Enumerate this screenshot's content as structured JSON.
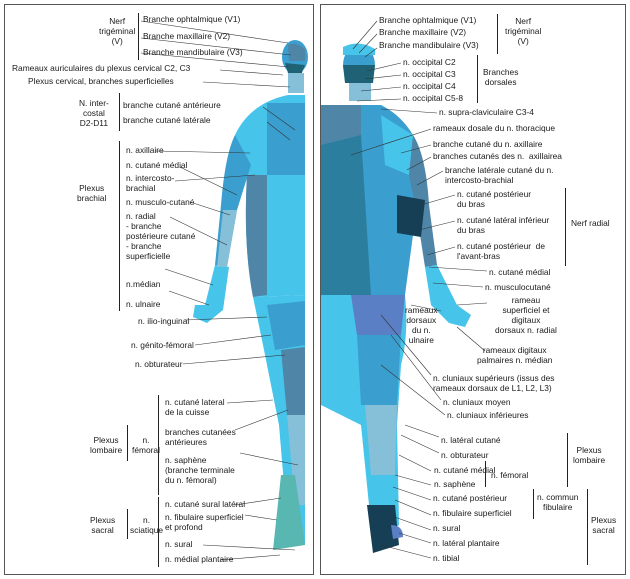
{
  "front": {
    "trigeminal_group": "Nerf\ntrigéminal\n(V)",
    "v1": "Branche ophtalmique (V1)",
    "v2": "Branche maxillaire (V2)",
    "v3": "Branche mandibulaire (V3)",
    "auricular": "Rameaux auriculaires du plexus cervical C2, C3",
    "cervical": "Plexus cervical, branches superficielles",
    "intercostal_group": "N. inter-\ncostal\nD2-D11",
    "ic_anterior": "branche cutané antérieure",
    "ic_lateral": "branche cutané latérale",
    "brachial_group": "Plexus\nbrachial",
    "brachial_items": [
      "n. axillaire",
      "n. cutané médial",
      "n. intercosto-\nbrachial",
      "n. musculo-cutané",
      "n. radial\n- branche\npostérieure cutané\n- branche\nsuperficielle",
      "n.médian",
      "n. ulnaire"
    ],
    "ilio_inguinal": "n. ilio-inguinal",
    "genito_femoral": "n. génito-fémoral",
    "obturator": "n. obturateur",
    "lumbar_group": "Plexus\nlombaire",
    "femoral": "n.\nfémoral",
    "femoral_items": [
      "n. cutané lateral\nde la cuisse",
      "branches cutanées\nantérieures",
      "n. saphène\n(branche terminale\ndu n. fémoral)"
    ],
    "sacral_group": "Plexus\nsacral",
    "sciatic": "n.\nsciatique",
    "sciatic_items": [
      "n. cutané sural latéral",
      "n. fibulaire superficiel\net profond",
      "n. sural",
      "n. médial plantaire"
    ]
  },
  "back": {
    "v1": "Branche ophtalmique (V1)",
    "v2": "Branche maxillaire (V2)",
    "v3": "Branche mandibulaire (V3)",
    "trigeminal_group": "Nerf\ntrigéminal\n(V)",
    "occipitals": [
      "n. occipital C2",
      "n. occipital C3",
      "n. occipital C4",
      "n. occipital C5-8"
    ],
    "dorsal_group": "Branches\ndorsales",
    "supraclavicular": "n. supra-claviculaire C3-4",
    "items_mid": [
      "rameaux dosale du n. thoracique",
      "branche cutané du n. axillaire",
      "branches cutanés des n.  axillairea",
      "branche latérale cutané du n.\nintercosto-brachial"
    ],
    "radial_items": [
      "n. cutané postérieur\ndu bras",
      "n. cutané latéral inférieur\ndu bras",
      "n. cutané postérieur  de\nl'avant-bras"
    ],
    "radial_group": "Nerf radial",
    "medial_cut": "n. cutané médial",
    "musculocut": "n. musculocutané",
    "rameau_radial": "rameau\nsuperficiel et\ndigitaux\ndorsaux n. radial",
    "rameaux_ulnar": "rameaux\ndorsaux\ndu n.\nulnaire",
    "digital_median": "rameaux digitaux\npalmaires n. médian",
    "cluneal_sup": "n. cluniaux supérieurs (issus des\nrameaux dorsaux de L1, L2, L3)",
    "cluneal_mid": "n. cluniaux moyen",
    "cluneal_inf": "n. cluniaux inférieures",
    "leg_items": [
      "n. latéral cutané",
      "n. obturateur",
      "n. cutané médial",
      "n. saphène"
    ],
    "femoral": "n. fémoral",
    "lumbar_group": "Plexus\nlombaire",
    "post_cut": "n. cutané postérieur",
    "fibular_sup": "n. fibulaire superficiel",
    "common_fibular": "n. commun\nfibulaire",
    "sacral_group": "Plexus\nsacral",
    "lower_items": [
      "n. sural",
      "n. latéral plantaire",
      "n. tibial"
    ]
  },
  "colors": {
    "light": "#46c4ea",
    "mid": "#3a9fce",
    "pale": "#86bfd8",
    "steel": "#4f86a8",
    "dark": "#1f6276",
    "deep": "#163f55",
    "violet": "#5b7fc4",
    "teal": "#58b7b0",
    "skin": "#5fb5dc"
  }
}
